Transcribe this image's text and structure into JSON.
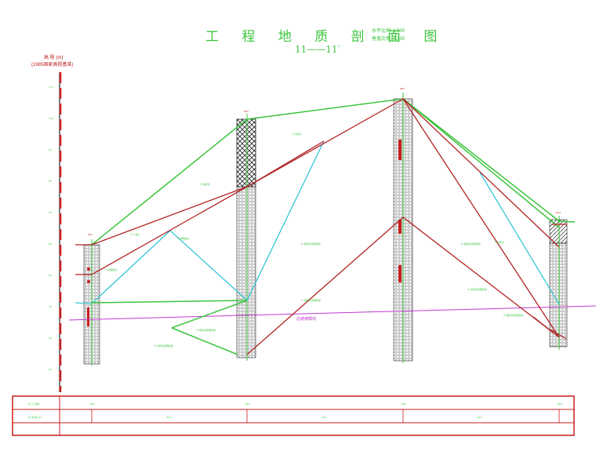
{
  "title": "工 程 地 质 剖 面 图",
  "section_label": "11——11′",
  "scale": {
    "horizontal": "水平比例: 1:500",
    "vertical": "垂直比例: 1:200"
  },
  "axis": {
    "title": "高 程 (m)",
    "datum": "(1985国家高程基准)"
  },
  "annotation": {
    "slope_line": "边坡坡脚线"
  },
  "colors": {
    "title": "#3cc43c",
    "ground_line": "#3cc43c",
    "layer_line": "#b22222",
    "water_line": "#35c6d8",
    "toe_line": "#c03cd0",
    "frame": "#c81e1e"
  }
}
